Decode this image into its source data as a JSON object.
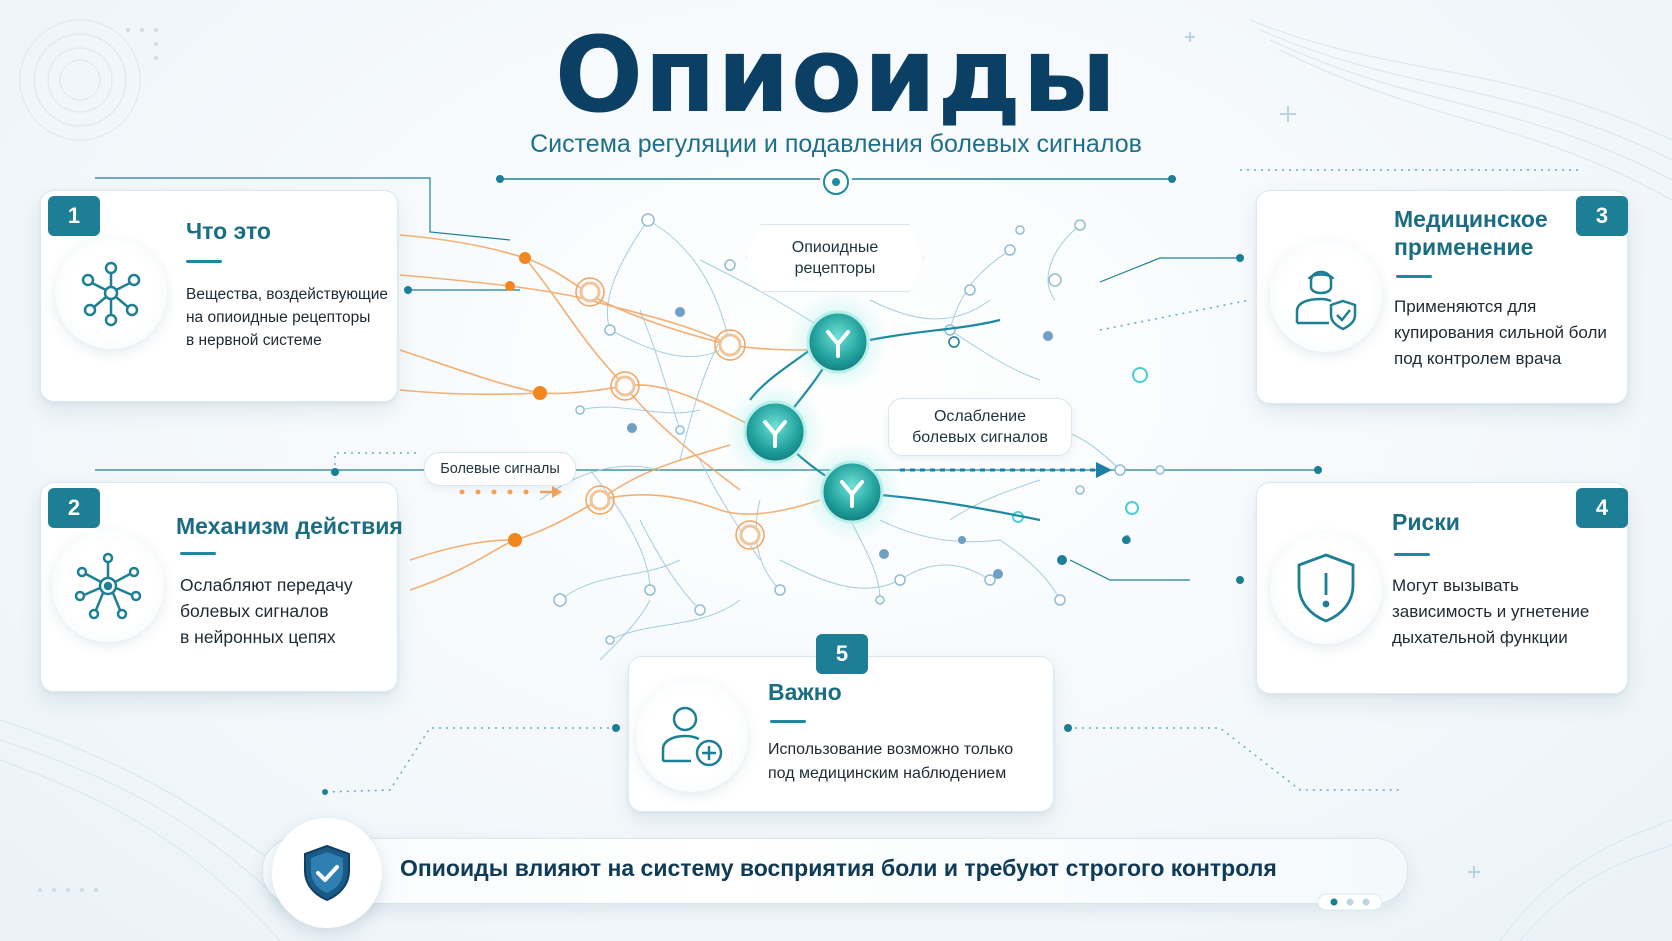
{
  "title": "Опиоиды",
  "subtitle": "Система регуляции и подавления болевых сигналов",
  "labels": {
    "receptors": [
      "Опиоидные",
      "рецепторы"
    ],
    "pain_signals": "Болевые сигналы",
    "weakening": [
      "Ослабление",
      "болевых сигналов"
    ]
  },
  "cards": [
    {
      "number": "1",
      "title": [
        "Что это"
      ],
      "text": [
        "Вещества, воздействующие",
        "на опиоидные рецепторы",
        "в нервной системе"
      ],
      "icon": "molecule-icon"
    },
    {
      "number": "2",
      "title": [
        "Механизм действия"
      ],
      "text": [
        "Ослабляют передачу",
        "болевых сигналов",
        "в нейронных цепях"
      ],
      "icon": "neuron-icon"
    },
    {
      "number": "3",
      "title": [
        "Медицинское",
        "применение"
      ],
      "text": [
        "Применяются для",
        "купирования сильной боли",
        "под контролем врача"
      ],
      "icon": "doctor-shield-icon"
    },
    {
      "number": "4",
      "title": [
        "Риски"
      ],
      "text": [
        "Могут вызывать",
        "зависимость и угнетение",
        "дыхательной функции"
      ],
      "icon": "warning-shield-icon"
    },
    {
      "number": "5",
      "title": [
        "Важно"
      ],
      "text": [
        "Использование возможно только",
        "под медицинским наблюдением"
      ],
      "icon": "person-plus-icon"
    }
  ],
  "footer": "Опиоиды влияют на систему восприятия боли и требуют строгого контроля",
  "colors": {
    "accent": "#1d7f95",
    "title": "#0b3f63",
    "pain": "#f08a2c",
    "receptor": "#2bb5b0",
    "network": "#7fb6d3"
  }
}
